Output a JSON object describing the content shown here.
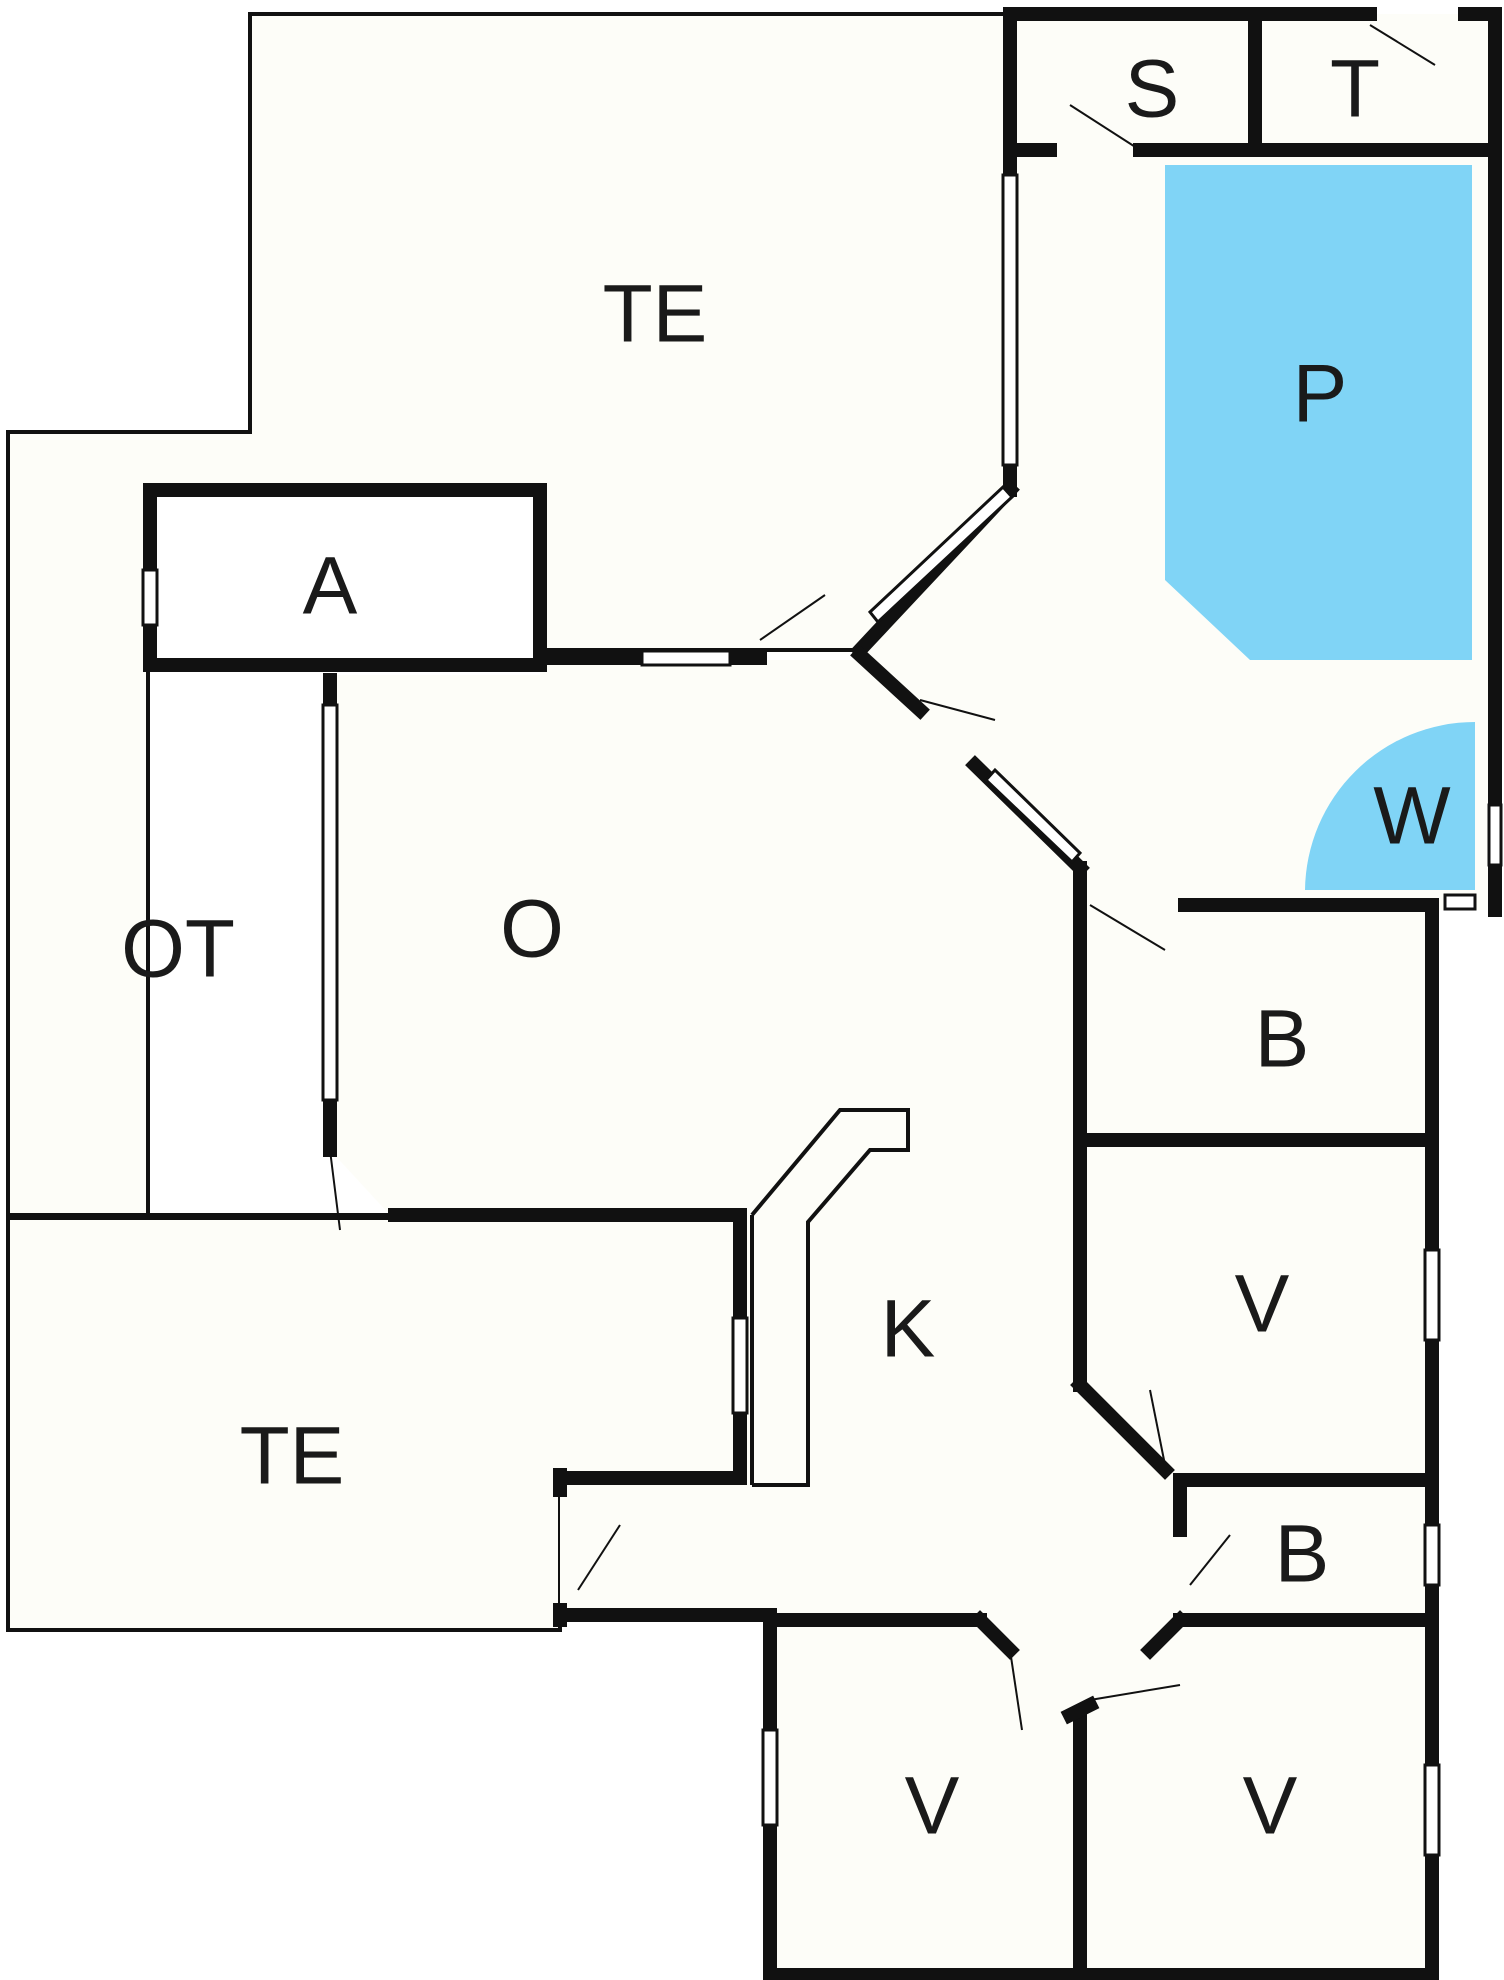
{
  "colors": {
    "floor": "#fdfdf8",
    "wall": "#111111",
    "pool": "#80d4f6",
    "whirlpool": "#80d4f6"
  },
  "rooms": {
    "terrace_top": "TE",
    "sauna": "S",
    "toilet": "T",
    "pool": "P",
    "storage": "A",
    "outdoor_terrace": "OT",
    "living": "O",
    "whirlpool": "W",
    "bathroom_1": "B",
    "bedroom_1": "V",
    "kitchen": "K",
    "terrace_bottom": "TE",
    "bathroom_2": "B",
    "bedroom_2": "V",
    "bedroom_3": "V"
  }
}
